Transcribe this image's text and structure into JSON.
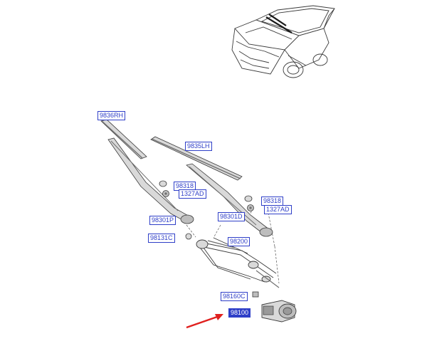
{
  "colors": {
    "line": "#3a3a3a",
    "part_fill": "#d9d9d9",
    "part_dark": "#6f6f6f",
    "callout": "#2f3fc8",
    "callout_active_bg": "#2f3fc8",
    "arrow": "#e0201e"
  },
  "callouts": {
    "arm_rh_blade": "9836RH",
    "blade_lh": "9835LH",
    "cap_upper": "98318",
    "nut_upper": "1327AD",
    "cap_lower": "98318",
    "nut_lower": "1327AD",
    "arm_rh": "98301P",
    "arm_lh": "98301D",
    "link_cover": "98131C",
    "linkage": "98200",
    "motor_nut": "98160C",
    "motor": "98100"
  },
  "icons": {
    "vehicle": "car-front-three-quarter-icon",
    "pointer": "red-pointer-arrow-icon"
  }
}
